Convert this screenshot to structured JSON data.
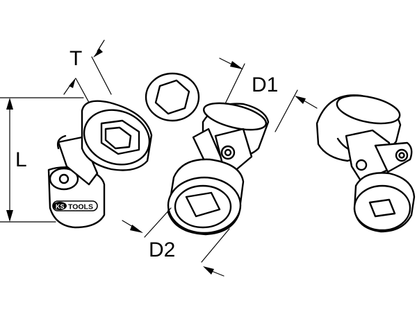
{
  "dimensions": {
    "T": "T",
    "L": "L",
    "D1": "D1",
    "D2": "D2"
  },
  "brand": {
    "logo_letters": "KS",
    "name": "TOOLS"
  }
}
